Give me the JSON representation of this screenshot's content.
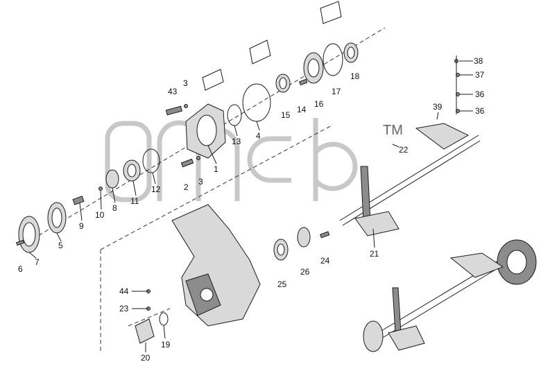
{
  "callouts": [
    {
      "id": "c1",
      "text": "1"
    },
    {
      "id": "c2",
      "text": "2"
    },
    {
      "id": "c3a",
      "text": "3"
    },
    {
      "id": "c3b",
      "text": "3"
    },
    {
      "id": "c4",
      "text": "4"
    },
    {
      "id": "c5",
      "text": "5"
    },
    {
      "id": "c6",
      "text": "6"
    },
    {
      "id": "c7",
      "text": "7"
    },
    {
      "id": "c8",
      "text": "8"
    },
    {
      "id": "c9",
      "text": "9"
    },
    {
      "id": "c10",
      "text": "10"
    },
    {
      "id": "c11",
      "text": "11"
    },
    {
      "id": "c12",
      "text": "12"
    },
    {
      "id": "c13",
      "text": "13"
    },
    {
      "id": "c14",
      "text": "14"
    },
    {
      "id": "c15",
      "text": "15"
    },
    {
      "id": "c16",
      "text": "16"
    },
    {
      "id": "c17",
      "text": "17"
    },
    {
      "id": "c18",
      "text": "18"
    },
    {
      "id": "c19",
      "text": "19"
    },
    {
      "id": "c20",
      "text": "20"
    },
    {
      "id": "c21",
      "text": "21"
    },
    {
      "id": "c22",
      "text": "22"
    },
    {
      "id": "c23",
      "text": "23"
    },
    {
      "id": "c24",
      "text": "24"
    },
    {
      "id": "c25",
      "text": "25"
    },
    {
      "id": "c26",
      "text": "26"
    },
    {
      "id": "c36a",
      "text": "36"
    },
    {
      "id": "c36b",
      "text": "36"
    },
    {
      "id": "c37",
      "text": "37"
    },
    {
      "id": "c38",
      "text": "38"
    },
    {
      "id": "c39",
      "text": "39"
    },
    {
      "id": "c43",
      "text": "43"
    },
    {
      "id": "c44",
      "text": "44"
    }
  ],
  "watermark": {
    "logo": "amcb",
    "trademark": "TM"
  },
  "colors": {
    "line": "#1a1a1a",
    "part_fill": "#d9d9d9",
    "part_dark": "#8c8c8c",
    "watermark": "#9a9a9a"
  }
}
